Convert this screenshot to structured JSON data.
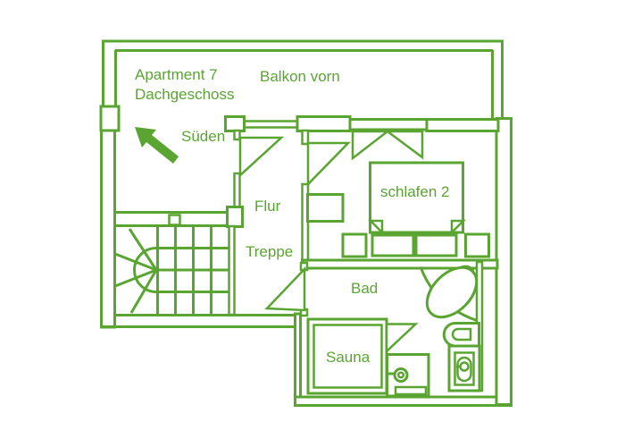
{
  "plan": {
    "title_line1": "Apartment 7",
    "title_line2": "Dachgeschoss",
    "balcony_label": "Balkon vorn",
    "orientation_label": "Süden",
    "rooms": {
      "flur": "Flur",
      "treppe": "Treppe",
      "schlafen": "schlafen 2",
      "bad": "Bad",
      "sauna": "Sauna"
    },
    "colors": {
      "line": "#5aa532",
      "background": "#ffffff"
    }
  }
}
